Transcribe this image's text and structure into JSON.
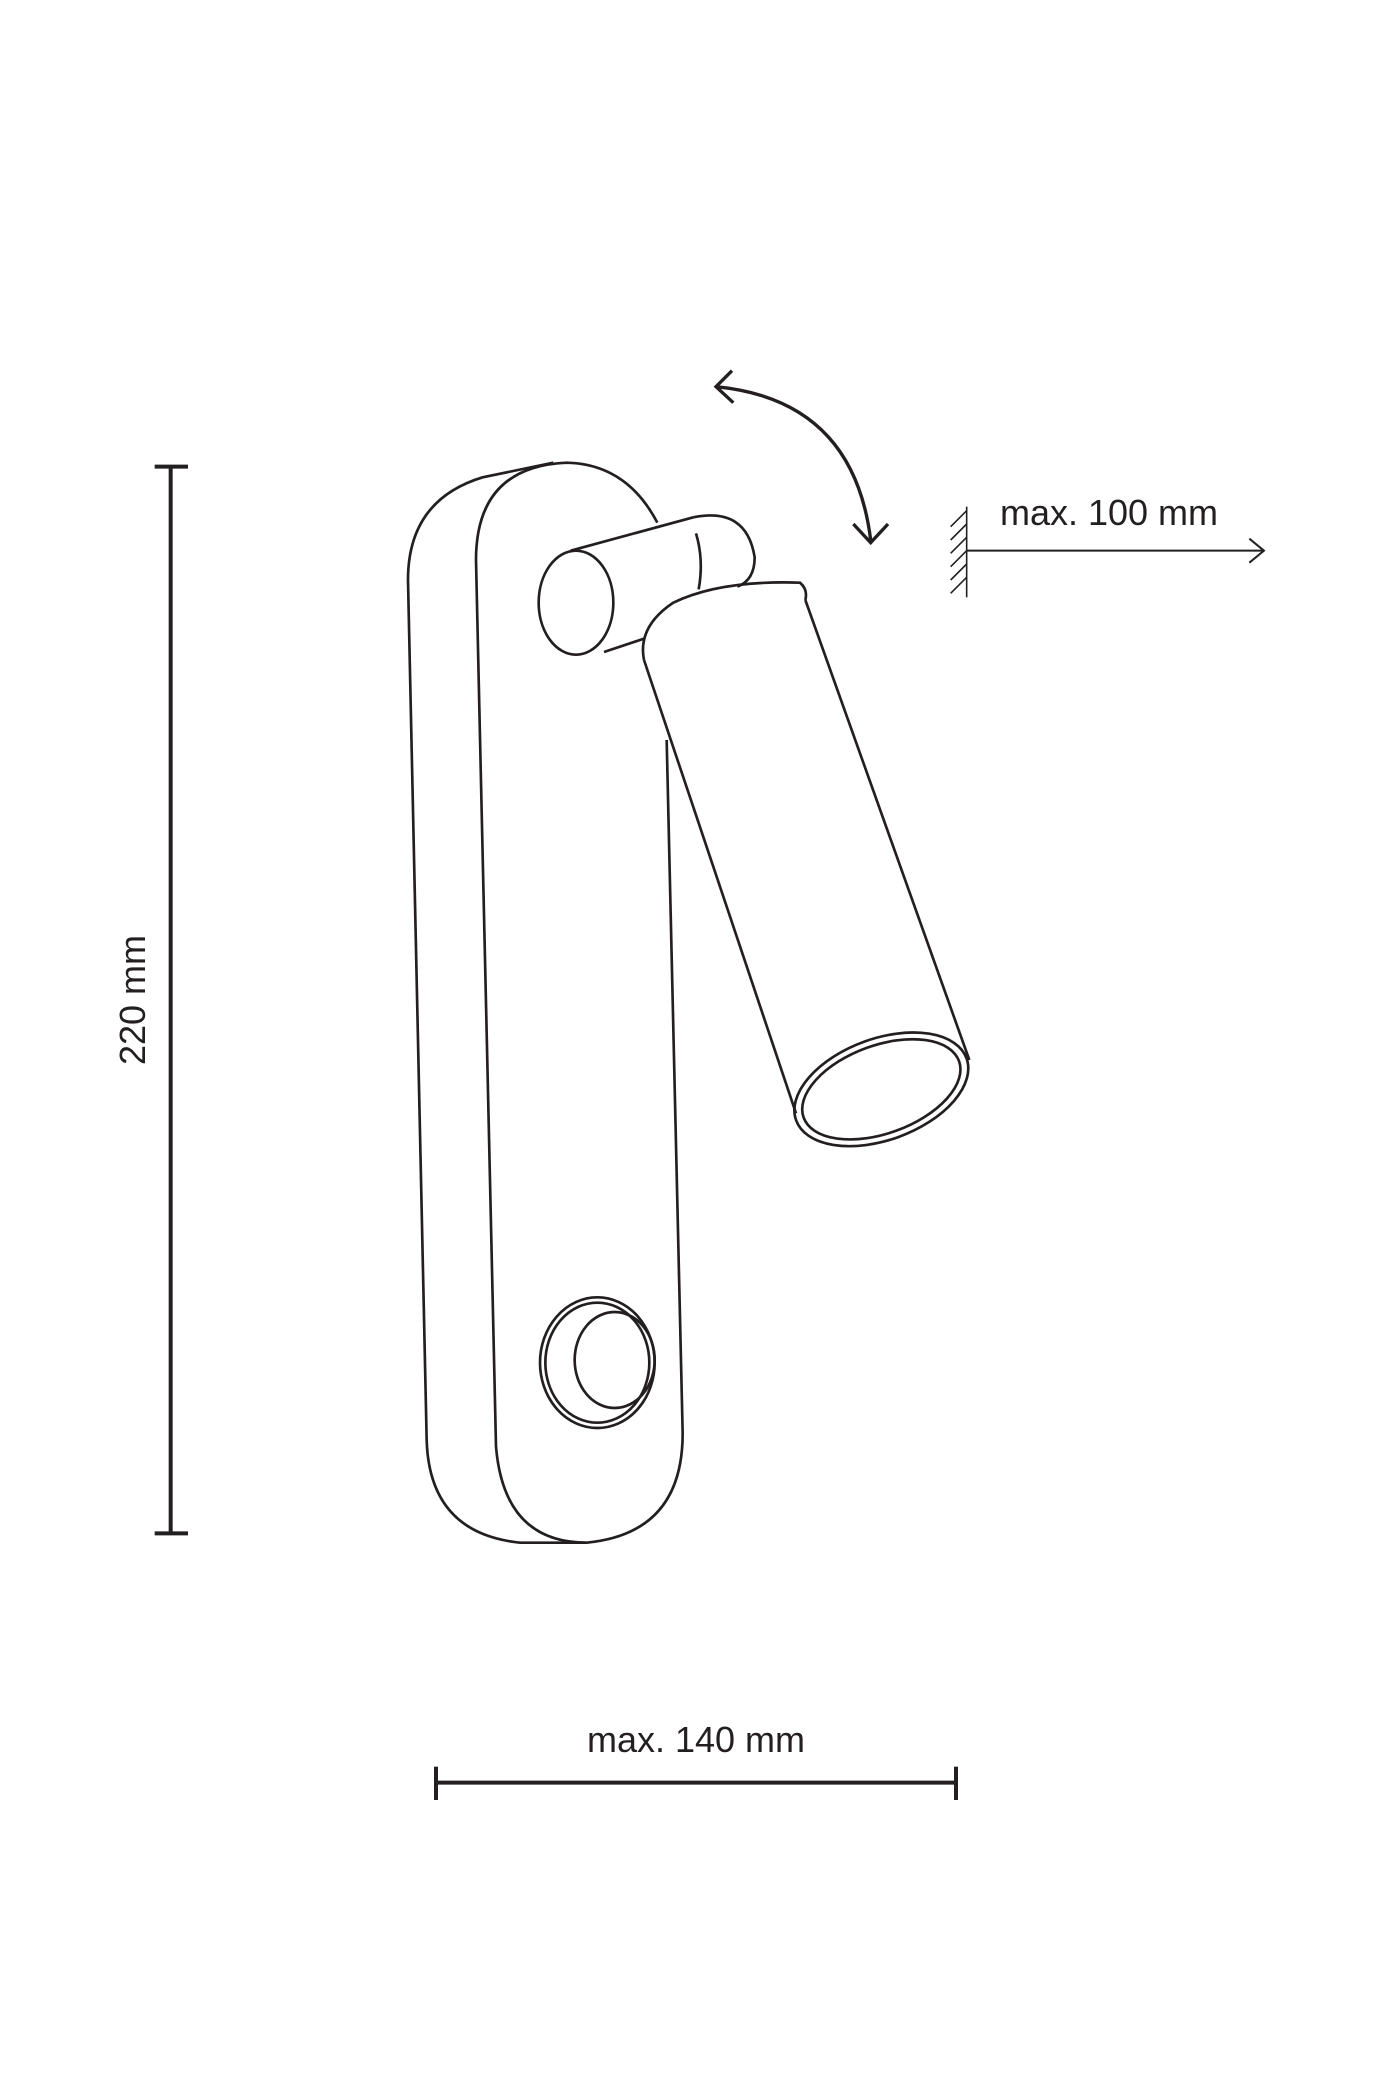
{
  "dimensions": {
    "height_label": "220 mm",
    "width_label": "max. 140 mm",
    "projection_label": "max. 100 mm"
  },
  "colors": {
    "line": "#231f20",
    "background": "#ffffff"
  }
}
